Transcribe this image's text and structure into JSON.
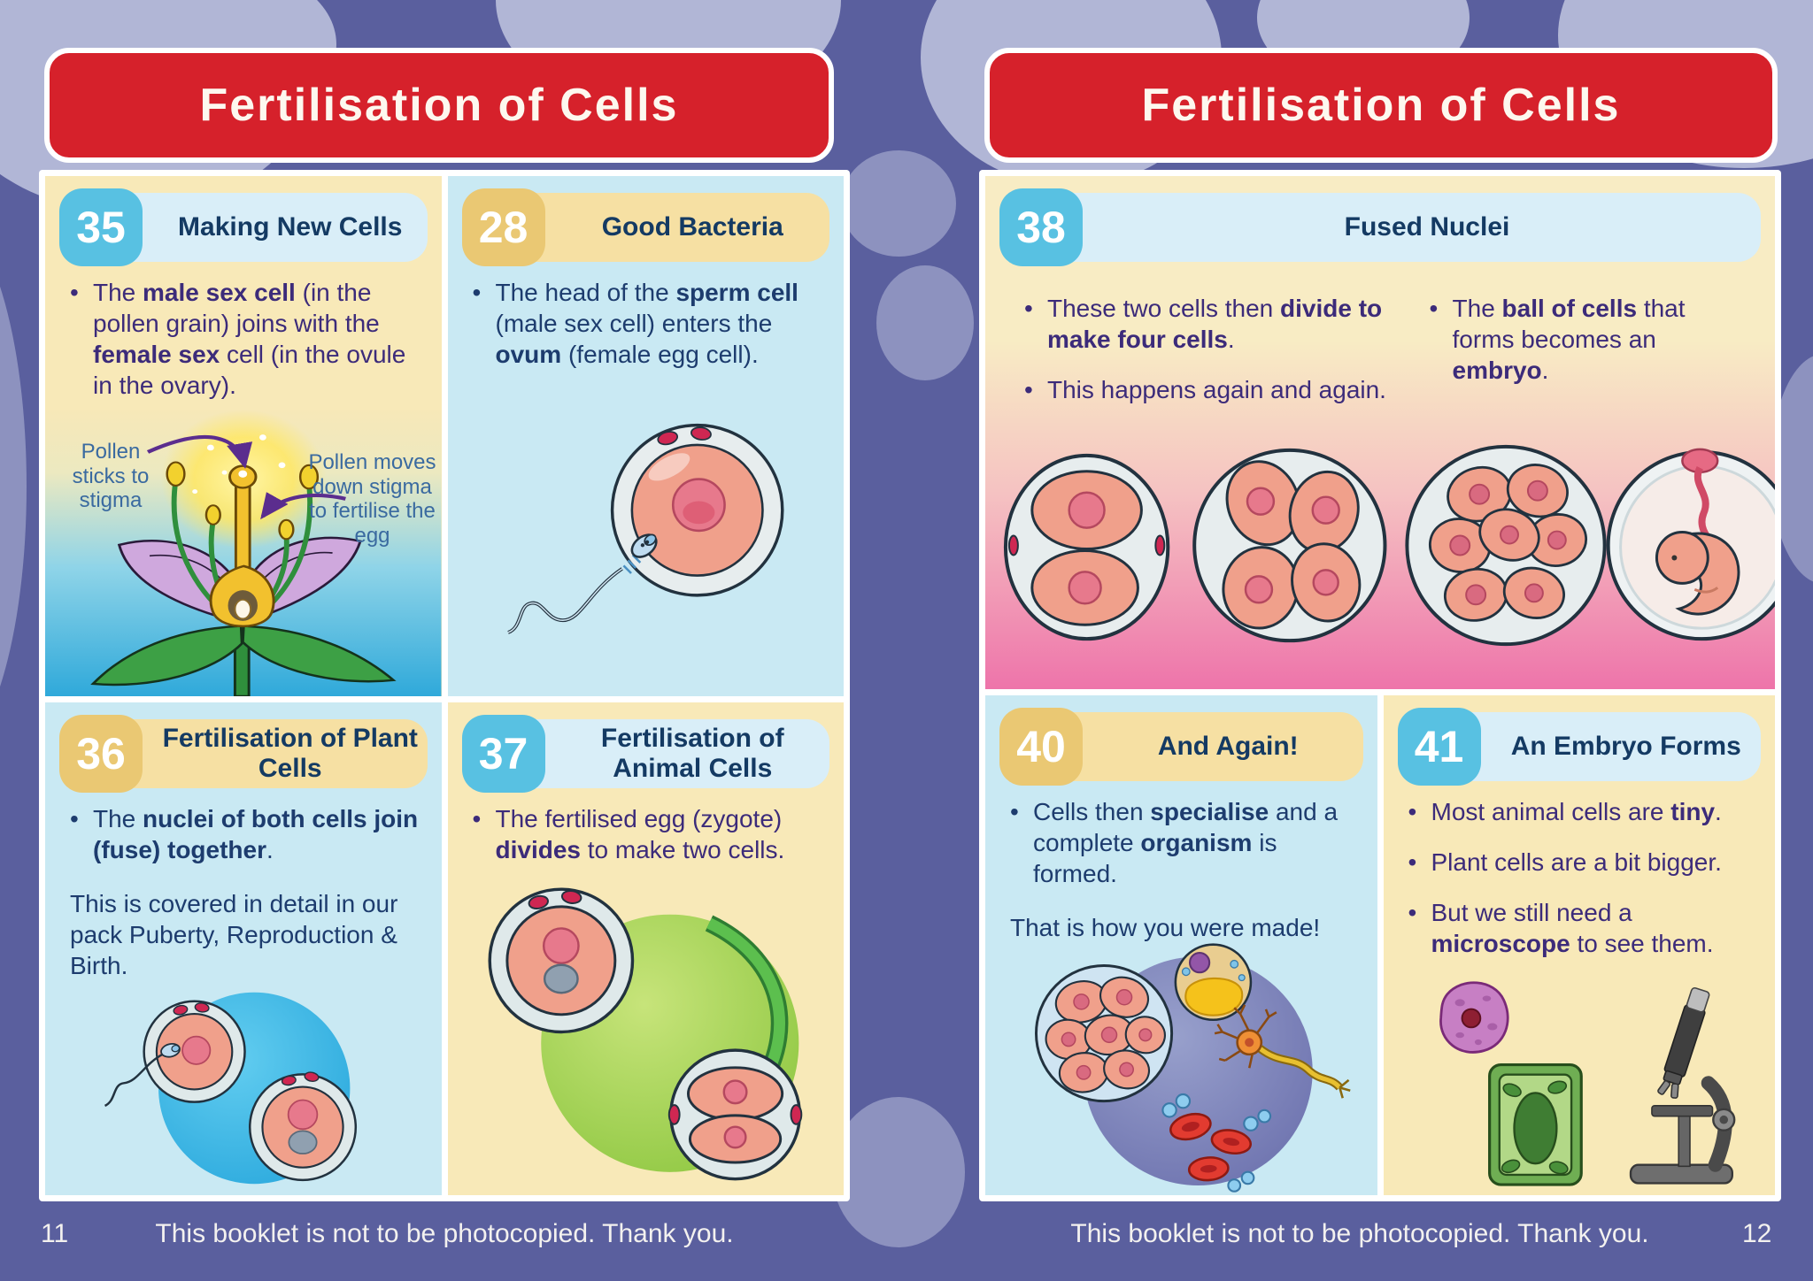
{
  "colors": {
    "background_purple": "#5a5f9e",
    "cloud_lavender": "#b1b6d6",
    "banner_red": "#d6212b",
    "badge_blue": "#58c1e2",
    "badge_tan": "#eac873",
    "card_cream": "#f8e9b8",
    "card_light_blue": "#c9e9f3",
    "title_navy": "#143a63",
    "body_navy": "#1d3c6e",
    "body_purple": "#3c2b7a"
  },
  "pages": {
    "left": {
      "header": "Fertilisation of Cells",
      "page_number": "11",
      "footer": "This booklet is not to be photocopied. Thank you.",
      "cards": {
        "c35": {
          "number": "35",
          "title": "Making New Cells",
          "bullet": [
            "The ",
            "male sex cell",
            " (in the pollen grain) joins with the ",
            "female sex",
            " cell (in the ovule in the ovary)."
          ],
          "label_left": "Pollen sticks to stigma",
          "label_right": "Pollen moves down stigma to fertilise the egg"
        },
        "c28": {
          "number": "28",
          "title": "Good Bacteria",
          "bullet": [
            "The head of the ",
            "sperm cell",
            " (male sex cell) enters the ",
            "ovum",
            " (female egg cell)."
          ]
        },
        "c36": {
          "number": "36",
          "title": "Fertilisation of Plant Cells",
          "bullet": [
            "The ",
            "nuclei of both cells join (fuse) together",
            "."
          ],
          "para": "This is covered in detail in our pack Puberty, Reproduction & Birth."
        },
        "c37": {
          "number": "37",
          "title": "Fertilisation of Animal Cells",
          "bullet": [
            "The fertilised egg (zygote) ",
            "divides",
            " to make two cells."
          ]
        }
      }
    },
    "right": {
      "header": "Fertilisation of Cells",
      "page_number": "12",
      "footer": "This booklet is not to be photocopied. Thank you.",
      "cards": {
        "c38": {
          "number": "38",
          "title": "Fused Nuclei",
          "bullet1": [
            "These two cells then ",
            "divide to make four cells",
            "."
          ],
          "bullet2": "This happens again and again.",
          "bullet3": [
            "The ",
            "ball of cells",
            " that forms becomes an ",
            "embryo",
            "."
          ]
        },
        "c40": {
          "number": "40",
          "title": "And Again!",
          "bullet": [
            "Cells then ",
            "specialise",
            " and a complete ",
            "organism",
            " is formed."
          ],
          "para": "That is how you were made!"
        },
        "c41": {
          "number": "41",
          "title": "An Embryo Forms",
          "bullet1": [
            "Most animal cells are ",
            "tiny",
            "."
          ],
          "bullet2": "Plant cells are a bit bigger.",
          "bullet3": [
            "But we still need a ",
            "microscope",
            " to see them."
          ]
        }
      }
    }
  }
}
